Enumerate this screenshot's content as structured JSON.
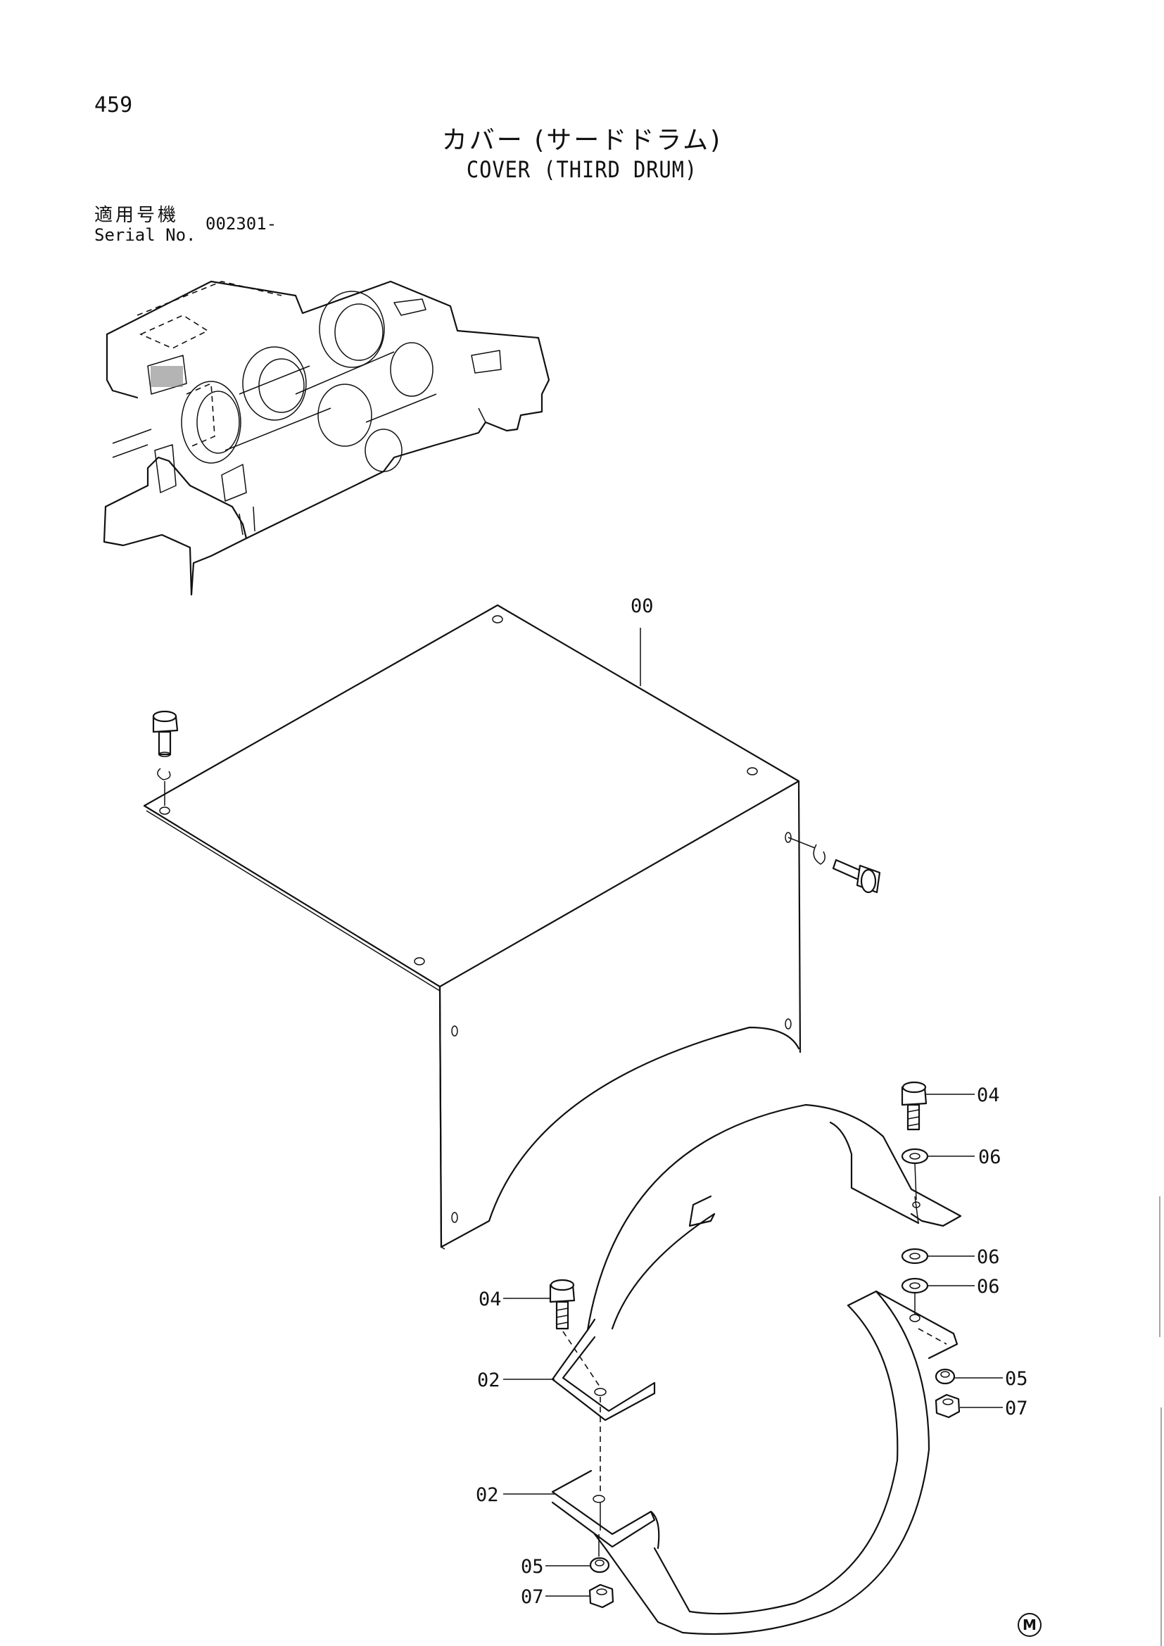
{
  "page": {
    "number": "459",
    "title_jp": "カバー (サードドラム)",
    "title_en": "COVER (THIRD DRUM)"
  },
  "serial": {
    "label_jp": "適用号機",
    "label_en": "Serial No.",
    "value": "002301-"
  },
  "callouts": {
    "c00": "00",
    "c04_right": "04",
    "c06_a": "06",
    "c06_b": "06",
    "c06_c": "06",
    "c05_right": "05",
    "c07_right": "07",
    "c04_left": "04",
    "c02_upper": "02",
    "c02_lower": "02",
    "c05_left": "05",
    "c07_left": "07"
  },
  "mark": "M",
  "icons": {
    "overview": "drum-assembly-overview-icon",
    "cover": "cover-plate-icon",
    "band": "band-strap-icon",
    "bolt": "bolt-icon",
    "washer": "washer-icon",
    "nut": "nut-icon"
  }
}
